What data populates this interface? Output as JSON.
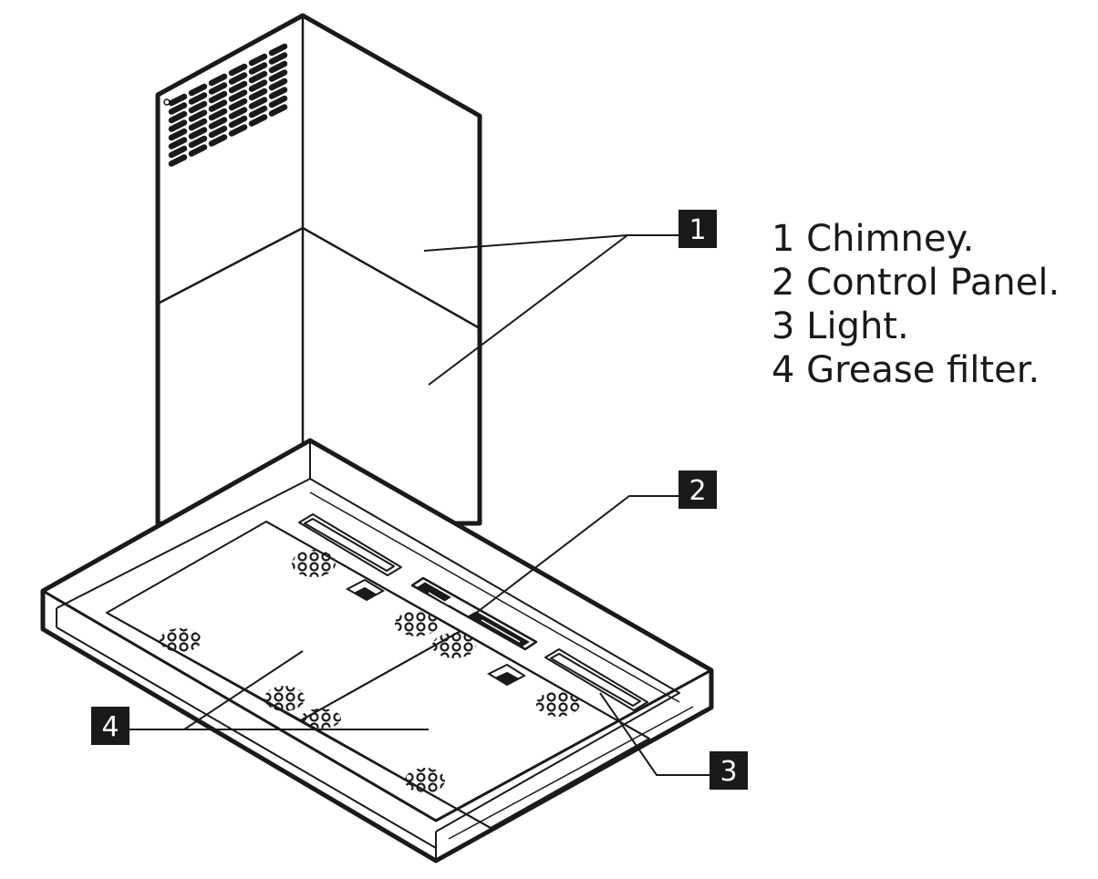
{
  "callouts": [
    {
      "number": "1",
      "part": "Chimney"
    },
    {
      "number": "2",
      "part": "Control Panel"
    },
    {
      "number": "3",
      "part": "Light"
    },
    {
      "number": "4",
      "part": "Grease filter"
    }
  ],
  "legend": [
    "1 Chimney.",
    "2 Control Panel.",
    "3 Light.",
    "4 Grease filter."
  ],
  "colors": {
    "ink": "#1a1a1a",
    "background": "#ffffff",
    "callout_box": "#1a1a1a",
    "callout_text": "#ffffff"
  }
}
